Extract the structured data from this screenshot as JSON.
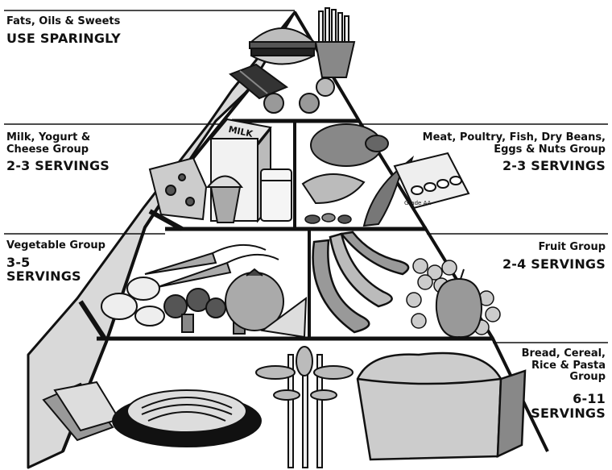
{
  "tiers": [
    {
      "id": "fats",
      "group": "Fats, Oils & Sweets",
      "servings": "USE SPARINGLY"
    },
    {
      "id": "milk",
      "group_lines": [
        "Milk, Yogurt &",
        "Cheese Group"
      ],
      "servings": "2-3 SERVINGS"
    },
    {
      "id": "meat",
      "group_lines": [
        "Meat, Poultry, Fish, Dry Beans,",
        "Eggs & Nuts Group"
      ],
      "servings": "2-3 SERVINGS"
    },
    {
      "id": "vegetable",
      "group": "Vegetable Group",
      "servings_lines": [
        "3-5",
        "SERVINGS"
      ]
    },
    {
      "id": "fruit",
      "group": "Fruit Group",
      "servings": "2-4 SERVINGS"
    },
    {
      "id": "bread",
      "group_lines": [
        "Bread, Cereal,",
        "Rice & Pasta",
        "Group"
      ],
      "servings_lines": [
        "6-11",
        "SERVINGS"
      ]
    }
  ],
  "illustrations": {
    "milk_carton_text": "MILK",
    "egg_carton_text": "Grade AA"
  },
  "colors": {
    "ink": "#111111",
    "pyramid_side": "#d9d9d9",
    "food_gray": "#9a9a9a",
    "background": "#ffffff"
  }
}
